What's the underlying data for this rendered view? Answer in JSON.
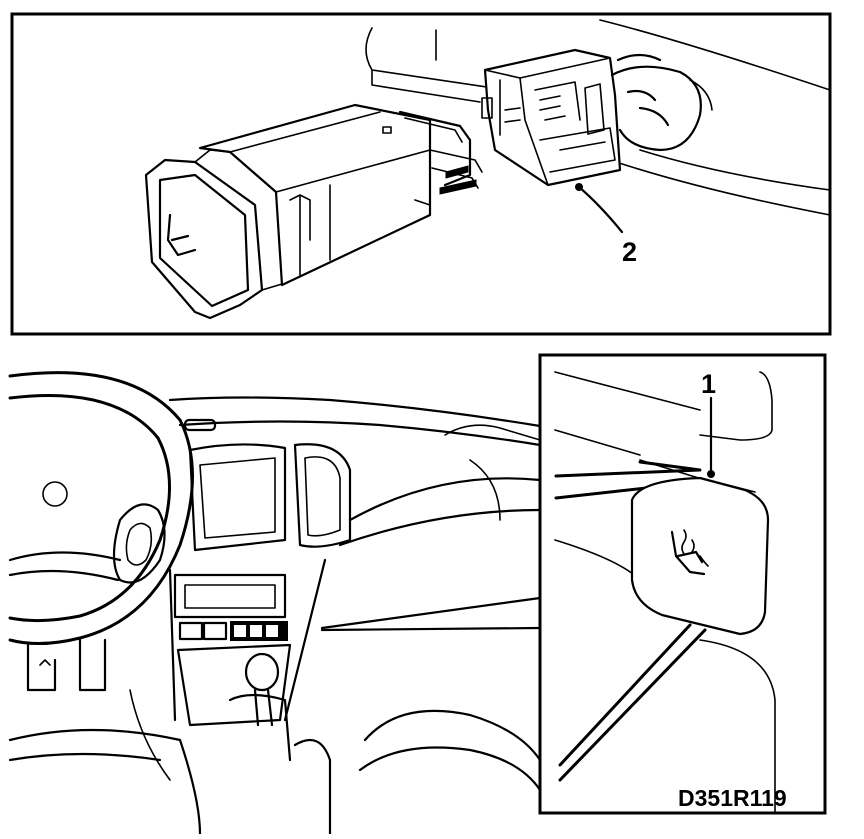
{
  "callouts": {
    "connector_number": "2",
    "switch_number": "1"
  },
  "figure_code": "D351R119"
}
